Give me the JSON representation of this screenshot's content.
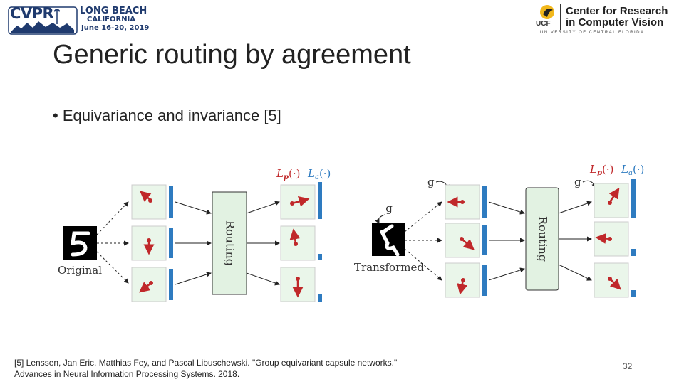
{
  "header": {
    "cvpr_logo": "CVPR",
    "cvpr_location_line1": "LONG BEACH",
    "cvpr_location_line2": "CALIFORNIA",
    "cvpr_dates": "June 16-20, 2019",
    "ucf_mark": "UCF",
    "ucf_title_line1": "Center for Research",
    "ucf_title_line2": "in Computer Vision",
    "ucf_university": "UNIVERSITY OF CENTRAL FLORIDA"
  },
  "slide": {
    "title": "Generic routing by agreement",
    "bullet": "• Equivariance and invariance [5]",
    "reference_line1": "[5] Lenssen, Jan Eric, Matthias Fey, and Pascal Libuschewski. \"Group equivariant capsule networks.\"",
    "reference_line2": " Advances in Neural Information Processing Systems. 2018.",
    "page_number": "32"
  },
  "figure": {
    "left": {
      "input_label": "Original",
      "routing_label": "Routing",
      "lp_label": "L",
      "lp_sub": "p",
      "la_label": "L",
      "la_sub": "a",
      "arg": "(·)"
    },
    "right": {
      "input_label": "Transformed",
      "routing_label": "Routing",
      "g_top": "g",
      "g_left": "g",
      "g_right": "g",
      "lp_label": "L",
      "lp_sub": "p",
      "la_label": "L",
      "la_sub": "a",
      "arg": "(·)"
    },
    "colors": {
      "arrow_red": "#c0282a",
      "activation_blue": "#2e7bc0",
      "capsule_fill": "#e8f5e8",
      "routing_fill": "#e2f2e2",
      "lp_color": "#c0282a",
      "la_color": "#2e7bc0"
    }
  }
}
